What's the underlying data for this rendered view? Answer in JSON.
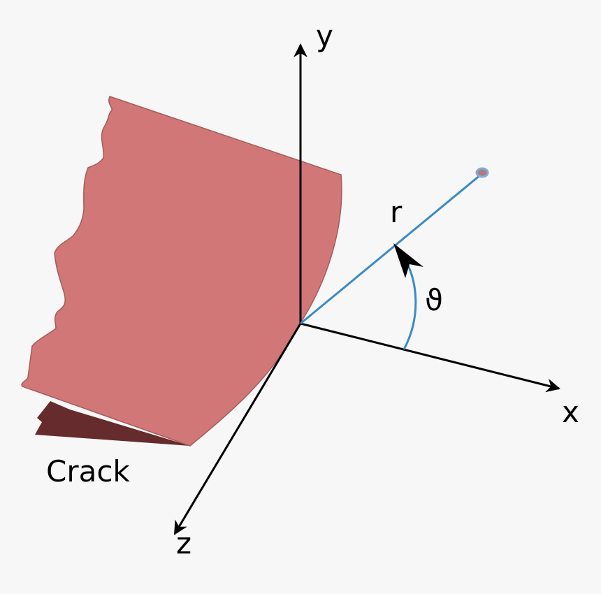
{
  "labels": {
    "y_axis": "y",
    "x_axis": "x",
    "z_axis": "z",
    "radius": "r",
    "angle": "ϑ",
    "crack": "Crack"
  },
  "colors": {
    "background": "#f7f7f7",
    "plate_fill": "#d17777",
    "plate_stroke": "#a85a5a",
    "crack_fill": "#662b2d",
    "radius_line": "#3b8bc4",
    "axes": "#000000",
    "point_fill": "#b07a80",
    "point_stroke": "#7fb0d8"
  }
}
